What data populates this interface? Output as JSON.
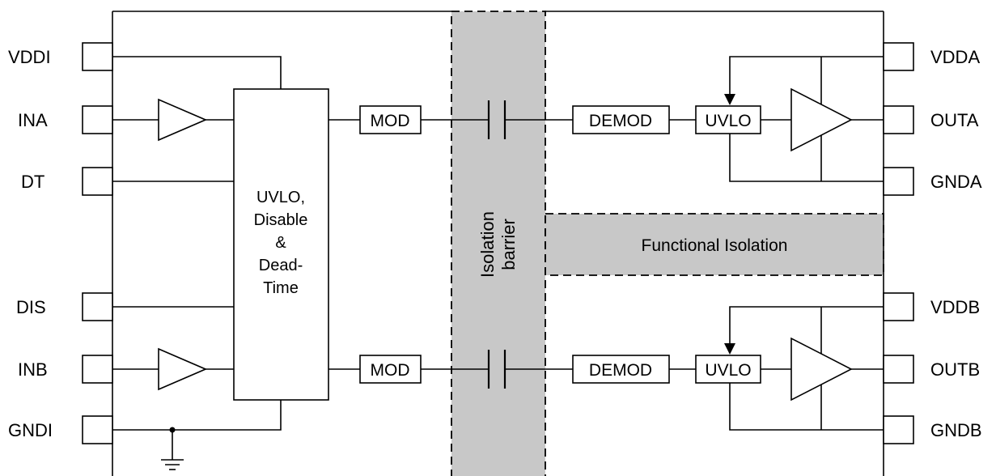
{
  "pins_left": {
    "vddi": "VDDI",
    "ina": "INA",
    "dt": "DT",
    "dis": "DIS",
    "inb": "INB",
    "gndi": "GNDI"
  },
  "pins_right": {
    "vdda": "VDDA",
    "outa": "OUTA",
    "gnda": "GNDA",
    "vddb": "VDDB",
    "outb": "OUTB",
    "gndb": "GNDB"
  },
  "control_block": {
    "lines": [
      "UVLO,",
      "Disable",
      "&",
      "Dead-",
      "Time"
    ]
  },
  "modulator_a": "MOD",
  "modulator_b": "MOD",
  "demodulator_a": "DEMOD",
  "demodulator_b": "DEMOD",
  "uvlo_a": "UVLO",
  "uvlo_b": "UVLO",
  "isolation_barrier": {
    "line1": "Isolation",
    "line2": "barrier"
  },
  "functional_isolation": "Functional Isolation",
  "colors": {
    "barrier_fill": "#c8c8c8",
    "line": "#000000",
    "background": "#ffffff"
  }
}
